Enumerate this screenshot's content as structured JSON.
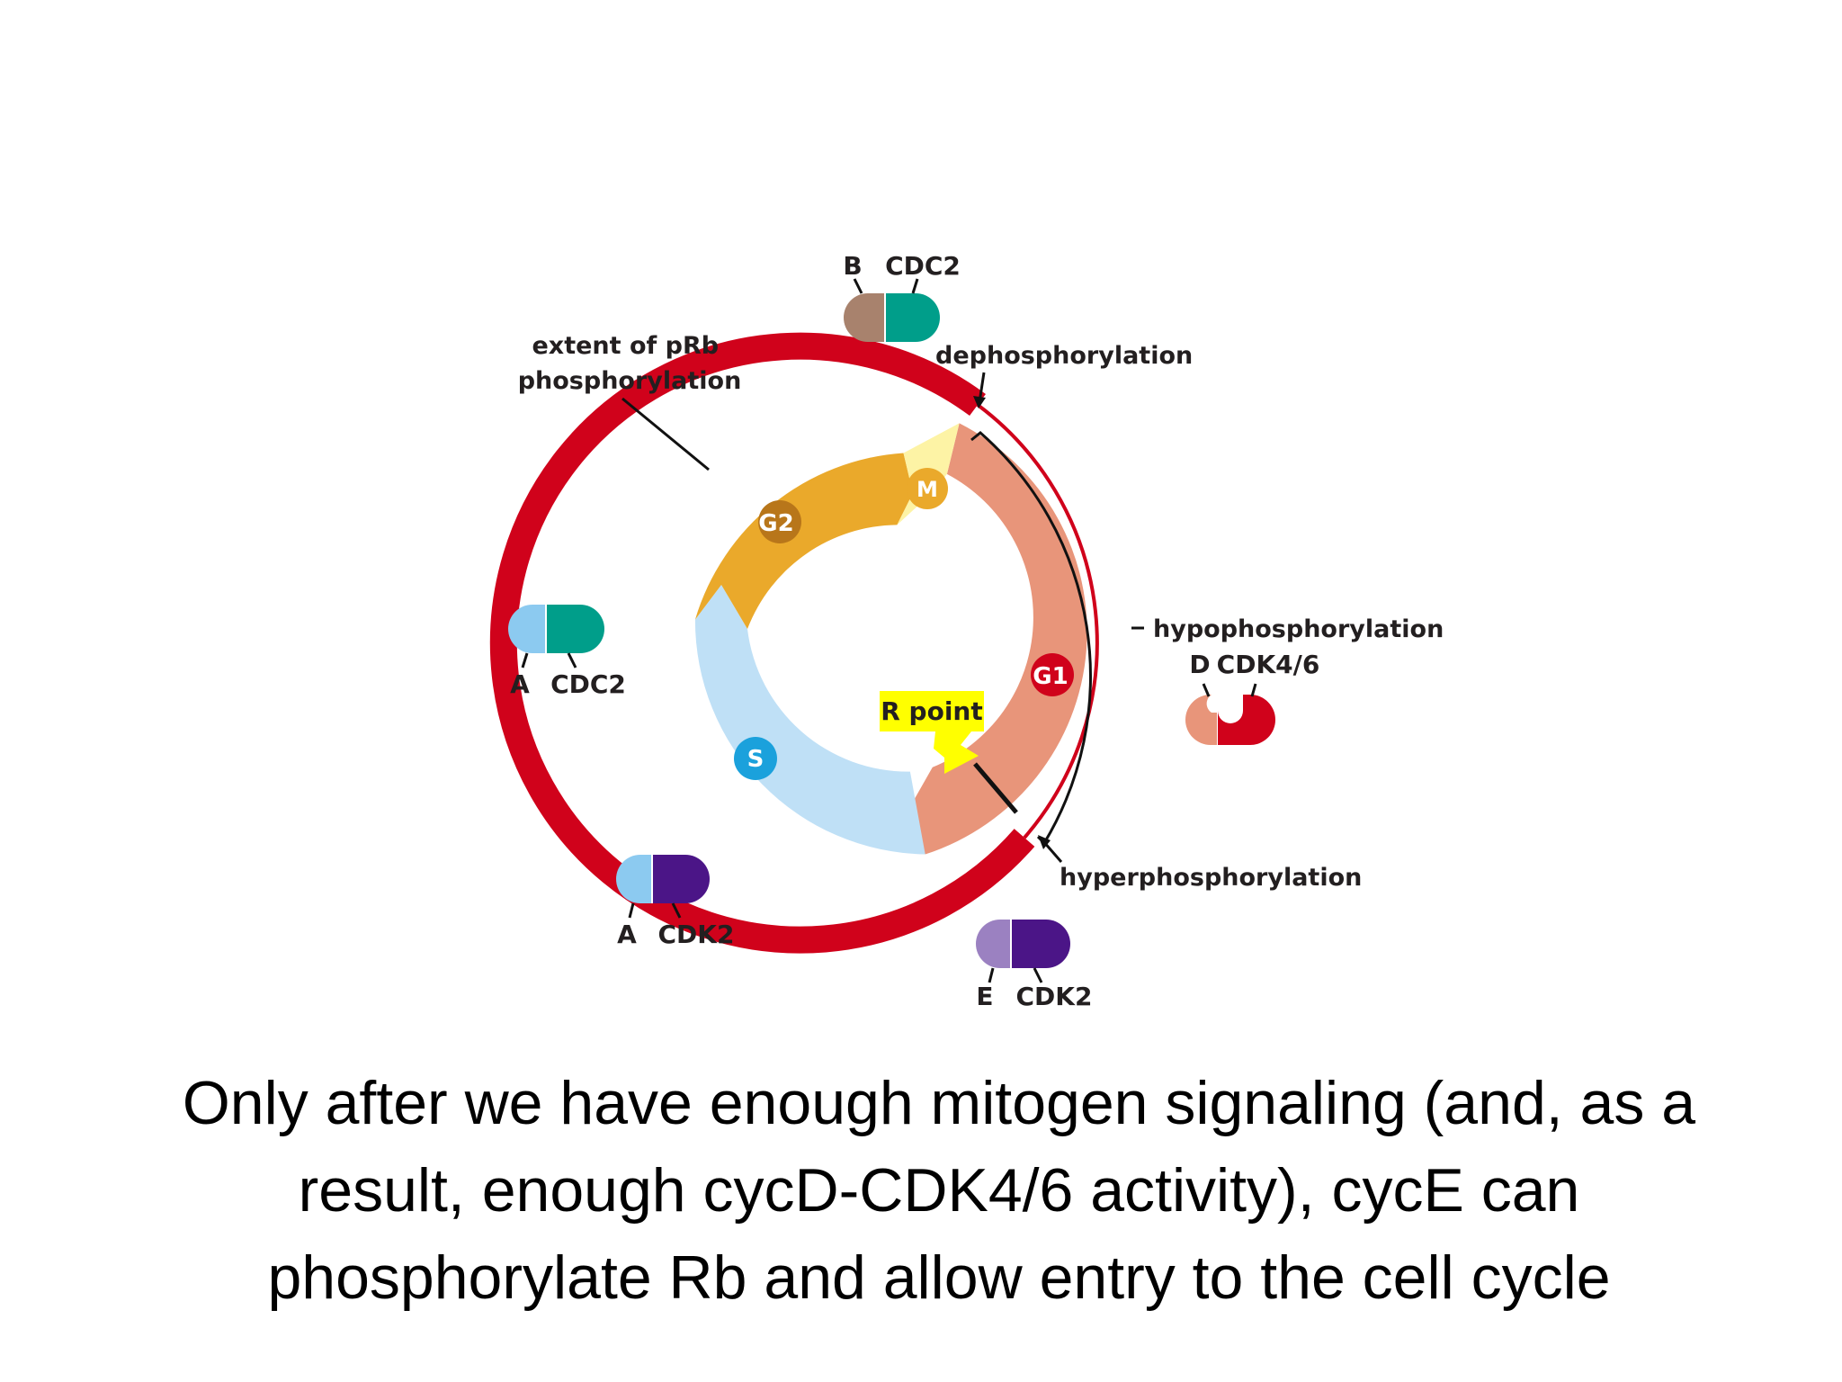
{
  "diagram": {
    "label_prb": [
      "extent of pRb",
      "phosphorylation"
    ],
    "label_dephosphorylation": "dephosphorylation",
    "label_hypophosphorylation": "hypophosphorylation",
    "label_hyperphosphorylation": "hyperphosphorylation",
    "r_point": "R point",
    "phases": {
      "g1": "G1",
      "s": "S",
      "g2": "G2",
      "m": "M"
    },
    "complexes": {
      "b_cdc2": {
        "cyclin": "B",
        "kinase": "CDC2"
      },
      "a_cdc2": {
        "cyclin": "A",
        "kinase": "CDC2"
      },
      "a_cdk2": {
        "cyclin": "A",
        "kinase": "CDK2"
      },
      "e_cdk2": {
        "cyclin": "E",
        "kinase": "CDK2"
      },
      "d_cdk46": {
        "cyclin": "D",
        "kinase": "CDK4/6"
      }
    },
    "colors": {
      "prb_band": "#d0021b",
      "g1": "#e8957a",
      "s": "#bfe0f6",
      "g2": "#eaa92b",
      "m": "#fdf3a5",
      "r_point_box": "#ffff00",
      "cyclin_b": "#a8826d",
      "cyclin_a": "#8ccaf0",
      "cyclin_e": "#9b81c1",
      "cyclin_d": "#e8957a",
      "cdc2": "#009e8a",
      "cdk2": "#4b1587",
      "cdk46": "#d0021b"
    }
  },
  "caption": [
    "Only after we have enough mitogen signaling (and, as a",
    "result, enough cycD-CDK4/6 activity), cycE can",
    "phosphorylate Rb and allow entry to the cell cycle"
  ]
}
